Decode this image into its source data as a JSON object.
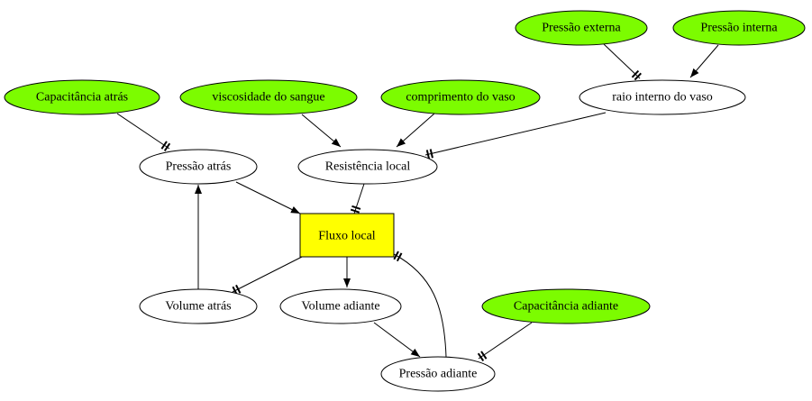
{
  "colors": {
    "input_node": "#7cfc00",
    "focus_node": "#ffff00",
    "intermediate_node": "#ffffff"
  },
  "nodes": {
    "pressao_externa": "Pressão externa",
    "pressao_interna": "Pressão interna",
    "raio_interno": "raio interno do vaso",
    "capacitancia_atras": "Capacitância atrás",
    "viscosidade": "viscosidade do sangue",
    "comprimento": "comprimento do vaso",
    "pressao_atras": "Pressão atrás",
    "resistencia_local": "Resistência local",
    "fluxo_local": "Fluxo local",
    "volume_atras": "Volume atrás",
    "volume_adiante": "Volume adiante",
    "capacitancia_adiante": "Capacitância adiante",
    "pressao_adiante": "Pressão adiante"
  }
}
